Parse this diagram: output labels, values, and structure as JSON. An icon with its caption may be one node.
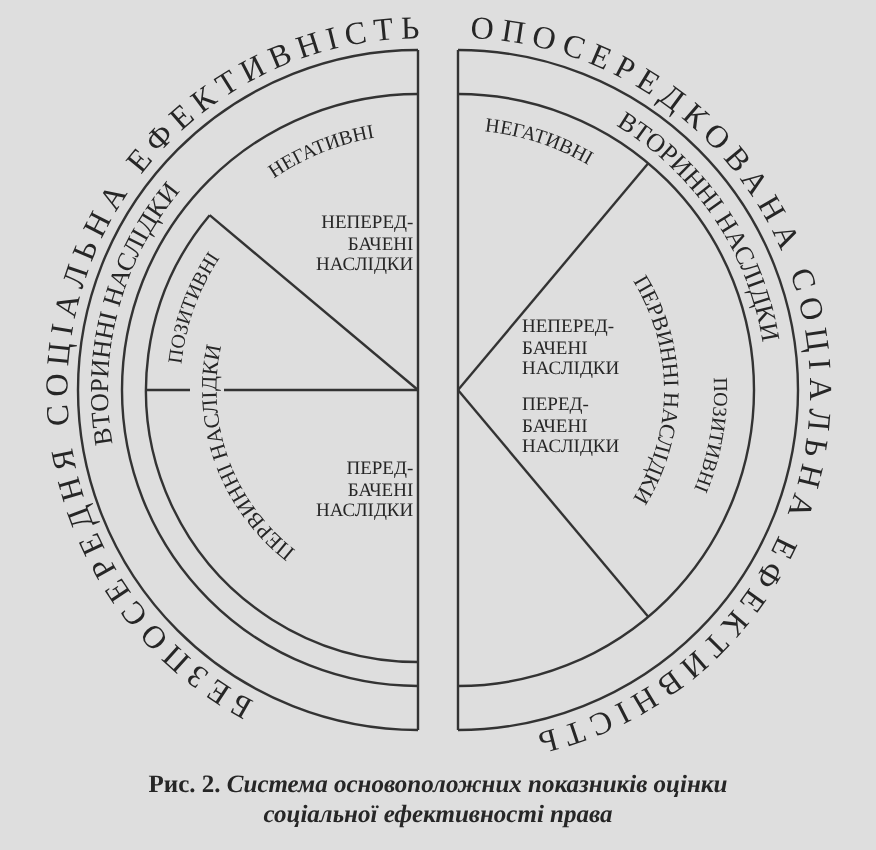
{
  "diagram": {
    "caption": "Рис. 2. *Система основоположних показників оцінки соціальної ефективності права*",
    "nodes": [
      {
        "text": [
          "БЕЗПОСЕРЕДНЯ СОЦІАЛЬНА ЕФЕКТИВНІСТЬ"
        ]
      },
      {
        "text": [
          "ВТОРИННІ НАСЛІДКИ"
        ],
        "in": 0
      },
      {
        "text": [
          "ПЕРВИННІ НАСЛІДКИ"
        ],
        "in": 0
      },
      {
        "text": [
          "ПОЗИТИВНІ"
        ],
        "in": 0
      },
      {
        "text": [
          "НЕГАТИВНІ"
        ],
        "in": 0
      },
      {
        "text": [
          "НЕПЕРЕД- БАЧЕНІ НАСЛІДКИ"
        ],
        "in": 0
      },
      {
        "text": [
          "ПЕРЕД- БАЧЕНІ НАСЛІДКИ"
        ],
        "in": 0
      },
      {
        "text": [
          "ОПОСЕРЕДКОВАНА СОЦІАЛЬНА ЕФЕКТИВНІСТЬ"
        ]
      },
      {
        "text": [
          "ВТОРИННІ НАСЛІДКИ"
        ],
        "in": 7
      },
      {
        "text": [
          "ПЕРВИННІ НАСЛІДКИ"
        ],
        "in": 7
      },
      {
        "text": [
          "НЕГАТИВНІ"
        ],
        "in": 7
      },
      {
        "text": [
          "ПОЗИТИВНІ"
        ],
        "in": 7
      },
      {
        "text": [
          "НЕПЕРЕД- БАЧЕНІ НАСЛІДКИ"
        ],
        "in": 7
      },
      {
        "text": [
          "ПЕРЕД- БАЧЕНІ НАСЛІДКИ"
        ],
        "in": 7
      }
    ]
  }
}
